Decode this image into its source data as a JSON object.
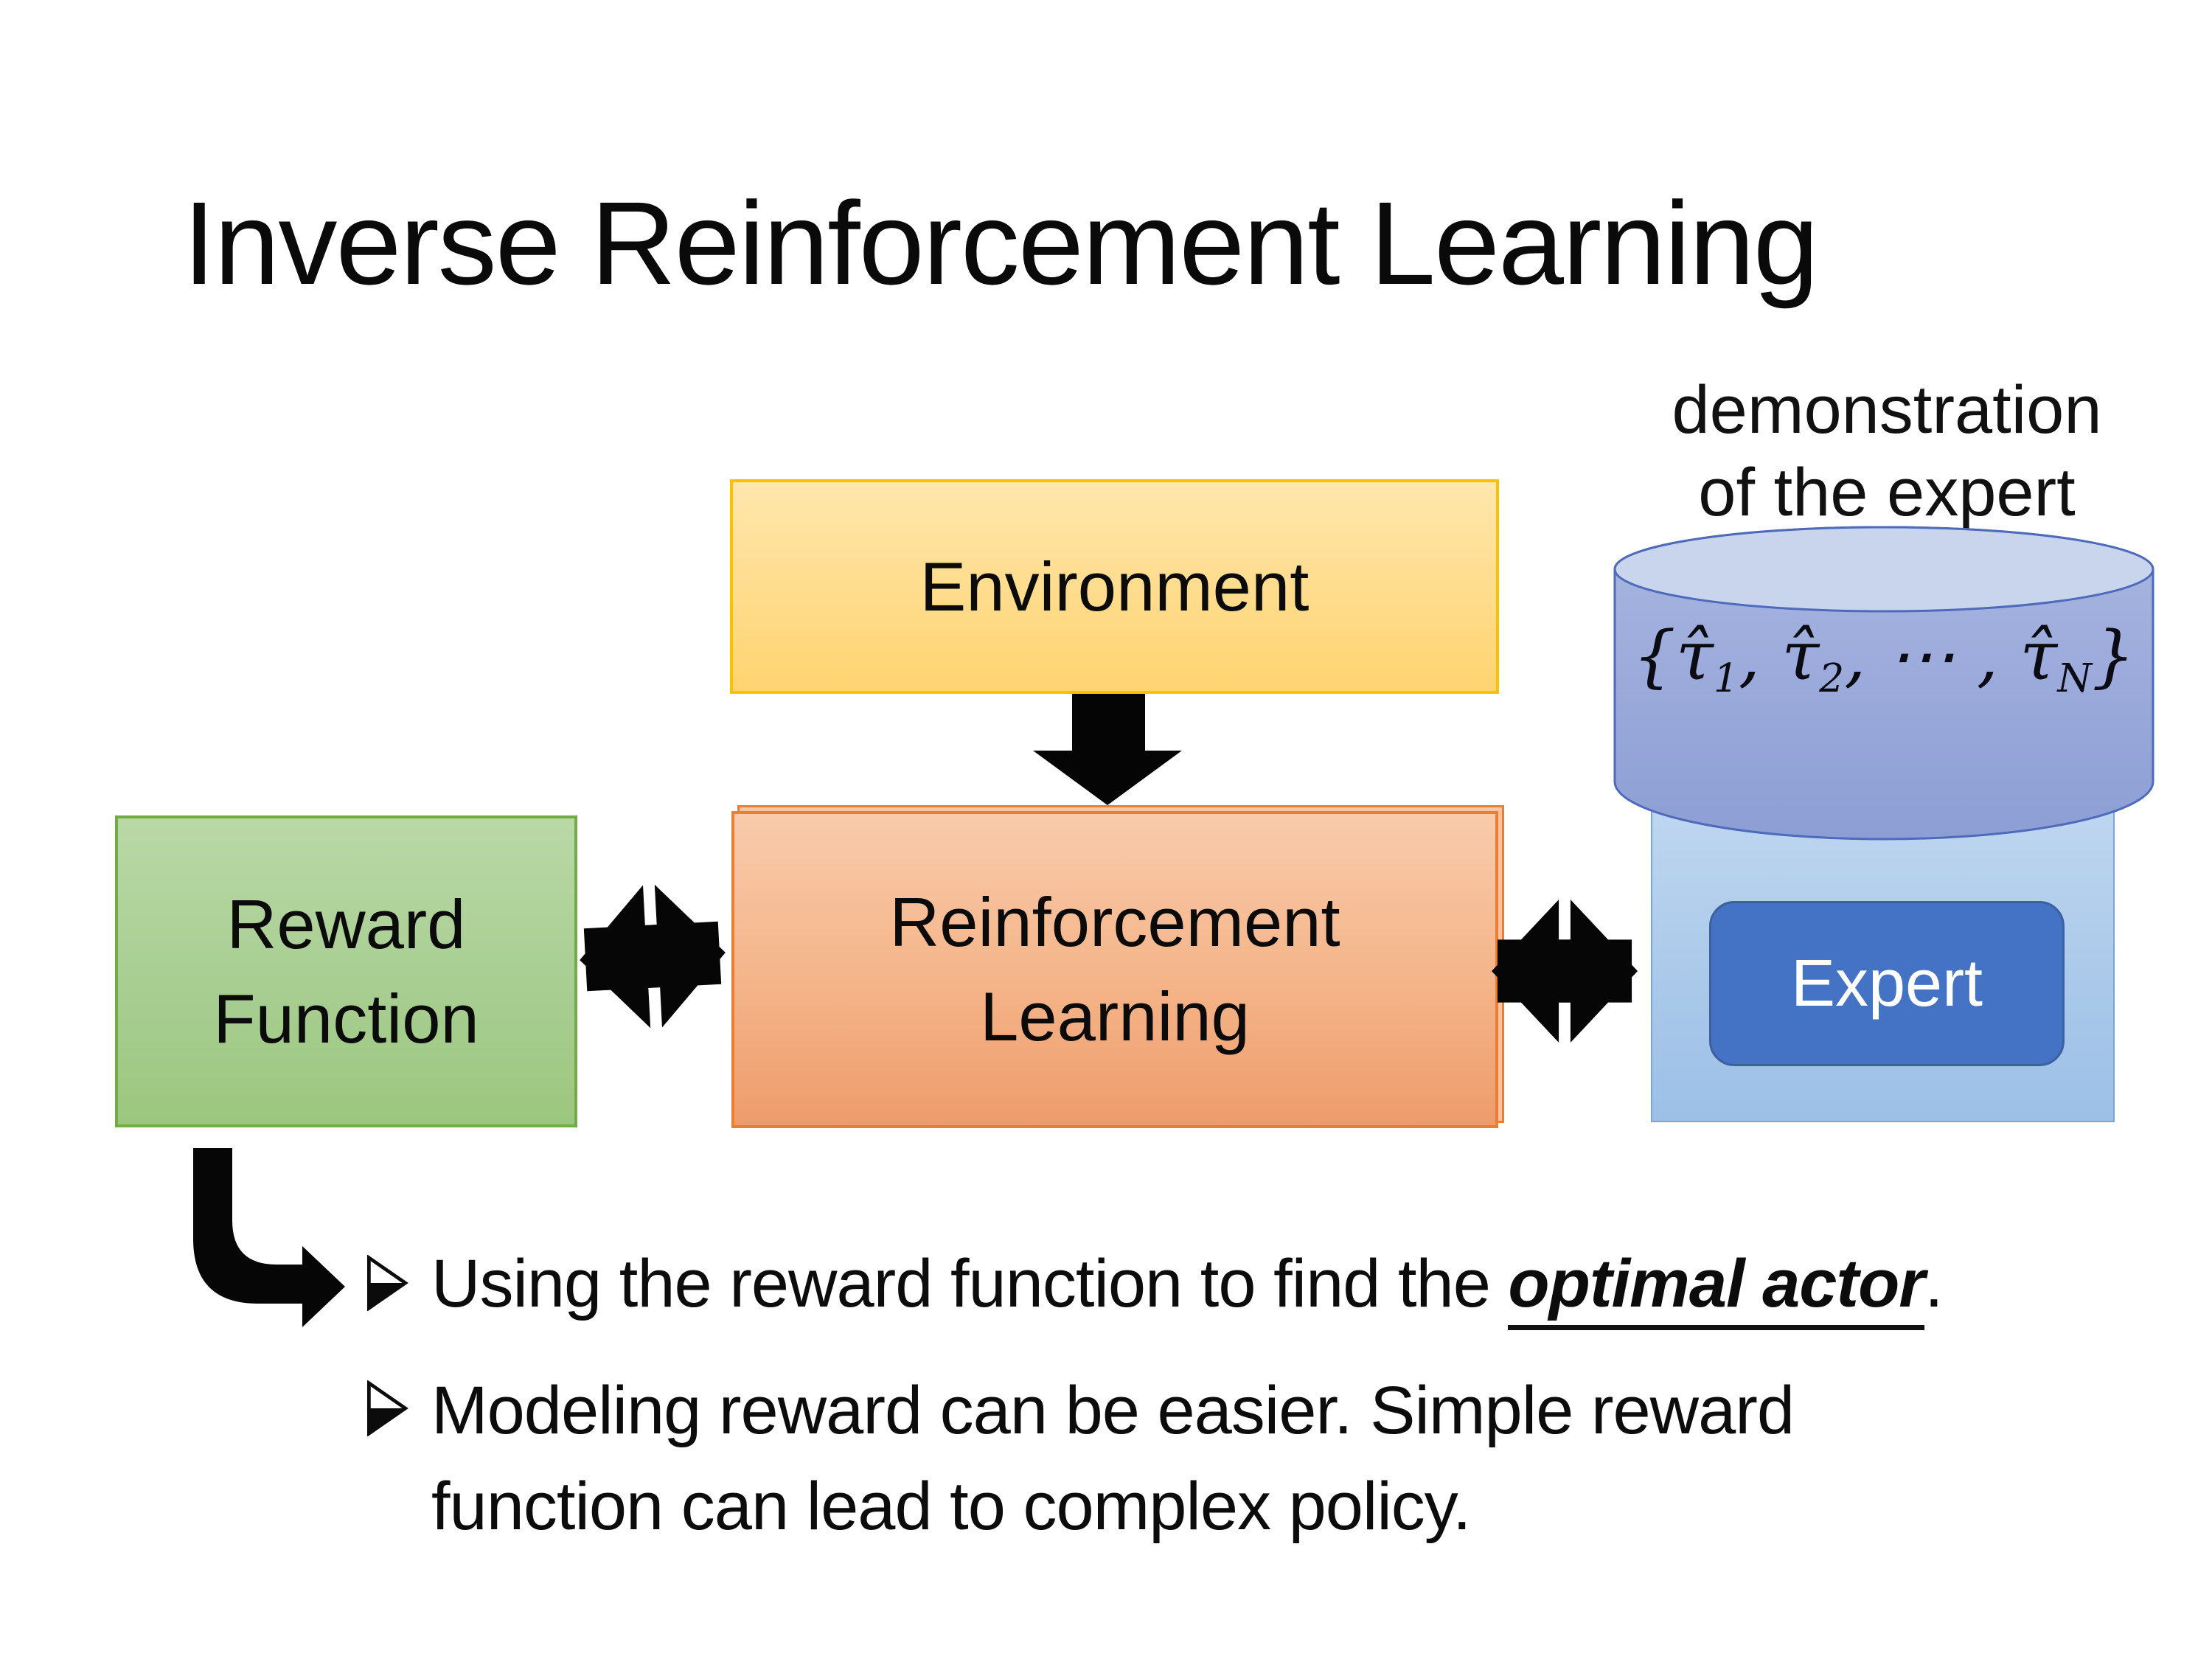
{
  "title": "Inverse Reinforcement Learning",
  "annotations": {
    "demonstration_line1": "demonstration",
    "demonstration_line2": "of the expert"
  },
  "boxes": {
    "environment": {
      "label": "Environment"
    },
    "reward": {
      "line1": "Reward",
      "line2": "Function"
    },
    "rl": {
      "line1": "Reinforcement",
      "line2": "Learning"
    },
    "expert": {
      "label": "Expert"
    }
  },
  "formula": {
    "open": "{",
    "tau": "τ̂",
    "sub1": "1",
    "c1": ", ",
    "sub2": "2",
    "c2": ", ⋯ , ",
    "subN": "N",
    "close": "}"
  },
  "bullets": [
    {
      "prefix": "Using the reward function to find the ",
      "emphasis": "optimal actor",
      "suffix": "."
    },
    {
      "lines": [
        "Modeling reward can be easier. Simple reward",
        "function can lead to complex policy."
      ]
    }
  ],
  "palette": {
    "background": "#FFFFFF",
    "text": "#0D0D0D",
    "environment_fill_top": "#FFE6AC",
    "environment_fill_bottom": "#FFD470",
    "environment_border": "#FFC000",
    "reward_fill_top": "#B9D8A6",
    "reward_fill_bottom": "#9CC77E",
    "reward_border": "#70AD47",
    "rl_fill_top": "#F9CBAB",
    "rl_fill_bottom": "#EE9C6C",
    "rl_border": "#ED7D31",
    "cylinder_top_fill": "#C9D4ED",
    "cylinder_body_top": "#A9B6E1",
    "cylinder_body_bottom": "#8C9ED4",
    "cylinder_border": "#4D6ABB",
    "expert_panel_fill_top": "#BED6F0",
    "expert_panel_fill_bottom": "#9CC0E7",
    "expert_panel_border": "#79A6DA",
    "expert_fill": "#4472C4",
    "expert_border": "#3B619F",
    "expert_text": "#FFFFFF",
    "arrow_color": "#000000"
  }
}
